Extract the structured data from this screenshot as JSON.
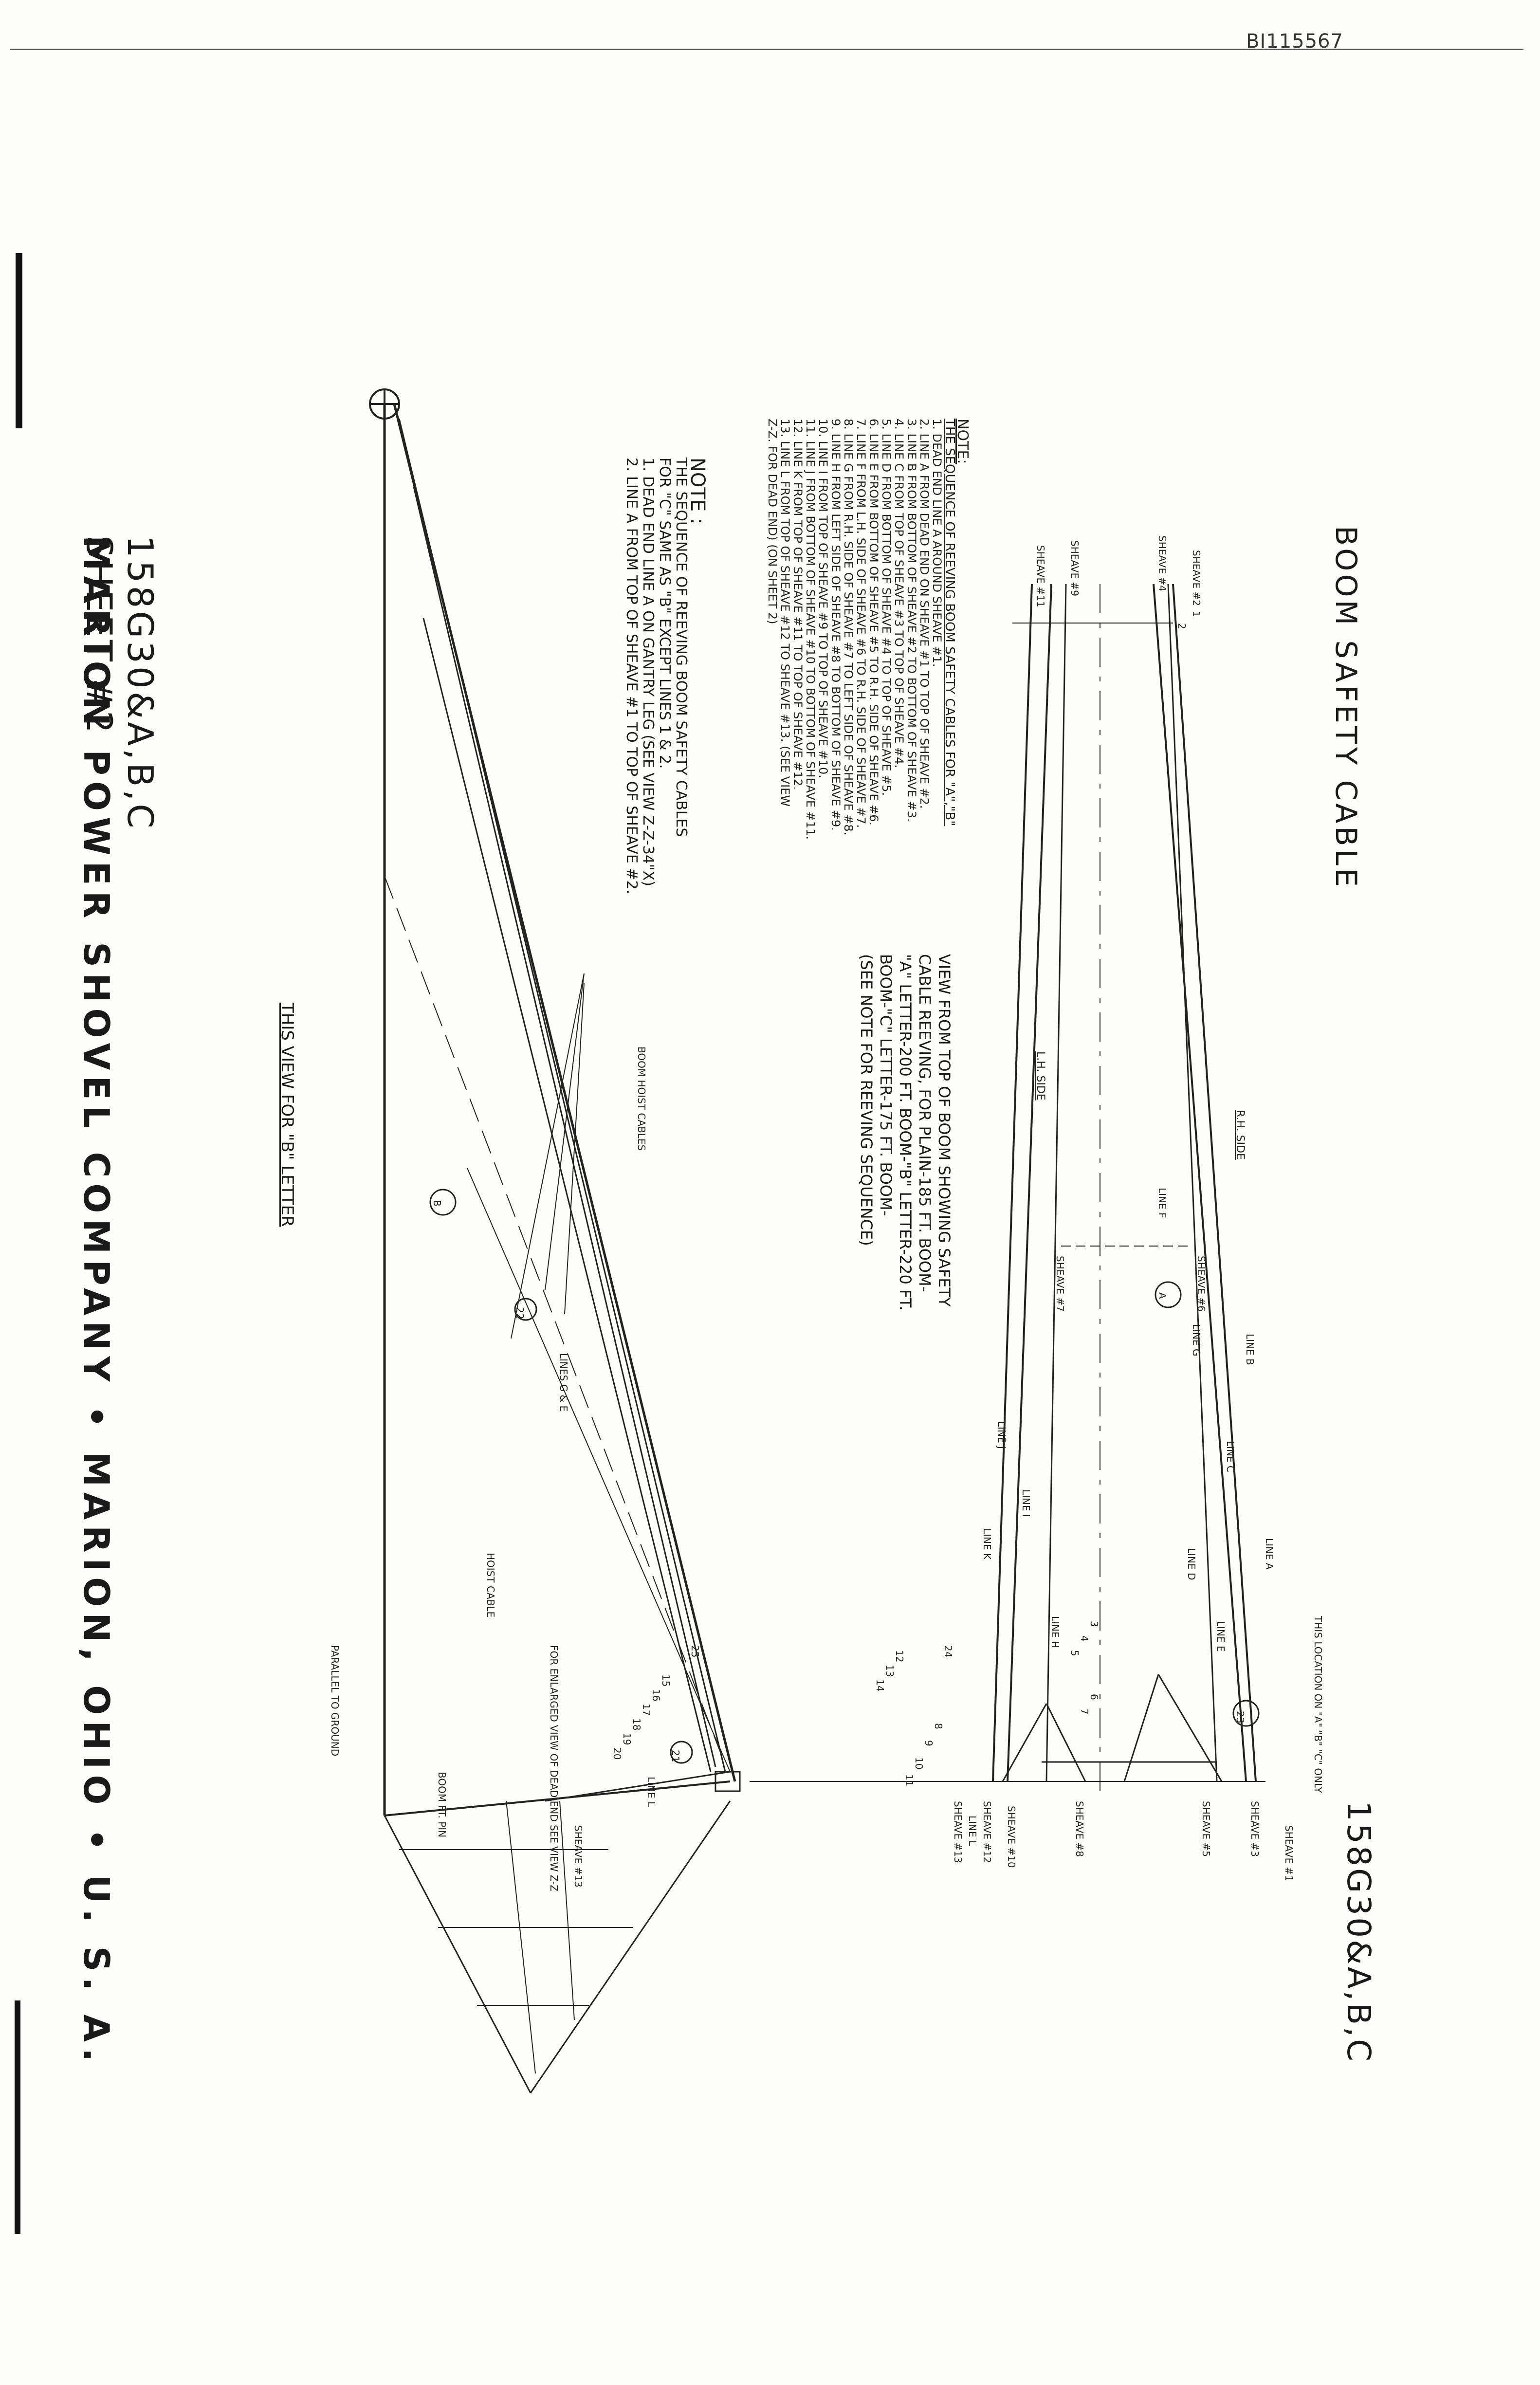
{
  "header": {
    "doc_id": "BI115567"
  },
  "titles": {
    "boom_title": "BOOM SAFETY CABLE",
    "sheet_number_right": "158G30&A,B,C"
  },
  "title_block": {
    "sheet_code": "158G30&A,B,C",
    "sheet_label": "SHEET #2",
    "company": "MARION POWER SHOVEL COMPANY  •  MARION, OHIO  •  U. S. A."
  },
  "note1": {
    "heading": "NOTE:",
    "subheading": "THE SEQUENCE OF REEVING BOOM SAFETY CABLES FOR \"A\",\"B\"",
    "lines": [
      "1. DEAD END LINE A AROUND SHEAVE #1.",
      "2. LINE A FROM DEAD END ON SHEAVE #1 TO TOP OF SHEAVE #2.",
      "3. LINE B FROM BOTTOM OF SHEAVE #2 TO BOTTOM OF SHEAVE #3.",
      "4. LINE C FROM TOP OF SHEAVE #3 TO TOP OF SHEAVE #4.",
      "5. LINE D FROM BOTTOM OF SHEAVE #4 TO TOP OF SHEAVE #5.",
      "6. LINE E FROM BOTTOM OF SHEAVE #5 TO R.H. SIDE OF SHEAVE #6.",
      "7. LINE F FROM L.H. SIDE OF SHEAVE #6 TO R.H. SIDE OF SHEAVE #7.",
      "8. LINE G FROM R.H. SIDE OF SHEAVE #7 TO LEFT SIDE OF SHEAVE #8.",
      "9. LINE H FROM LEFT SIDE OF SHEAVE #8 TO BOTTOM OF SHEAVE #9.",
      "10. LINE I FROM TOP OF SHEAVE #9 TO TOP OF SHEAVE #10.",
      "11. LINE J FROM BOTTOM OF SHEAVE #10 TO BOTTOM OF SHEAVE #11.",
      "12. LINE K FROM TOP OF SHEAVE #11 TO TOP OF SHEAVE #12.",
      "13. LINE L FROM TOP OF SHEAVE #12 TO SHEAVE #13. (SEE VIEW",
      "    Z-Z. FOR DEAD END) (ON SHEET 2)"
    ]
  },
  "note2": {
    "heading": "NOTE :",
    "lines": [
      "THE SEQUENCE OF REEVING BOOM SAFETY CABLES",
      "FOR \"C\" SAME AS \"B\" EXCEPT LINES 1 & 2.",
      "1. DEAD END LINE A ON GANTRY LEG (SEE VIEW Z-Z-34\"X)",
      "2. LINE A FROM TOP OF SHEAVE #1 TO TOP OF SHEAVE #2."
    ]
  },
  "view_caption": {
    "lines": [
      "VIEW FROM TOP OF BOOM SHOWING SAFETY",
      "CABLE REEVING, FOR PLAIN-185 FT. BOOM-",
      "\"A\" LETTER-200 FT. BOOM-\"B\" LETTER-220 FT.",
      "BOOM-\"C\" LETTER-175 FT. BOOM-",
      "(SEE NOTE FOR REEVING SEQUENCE)"
    ]
  },
  "b_letter_caption": "THIS VIEW FOR \"B\" LETTER",
  "top_view_labels": {
    "rh_side": "R.H. SIDE",
    "lh_side": "L.H. SIDE",
    "line_f": "LINE F",
    "line_b": "LINE B",
    "line_c": "LINE C",
    "line_d": "LINE D",
    "line_a": "LINE A",
    "line_e": "LINE E",
    "line_g": "LINE G",
    "line_h": "LINE H",
    "line_i": "LINE I",
    "line_j": "LINE J",
    "line_k": "LINE K",
    "line_l": "LINE L",
    "sheave_1": "SHEAVE #1",
    "sheave_2": "SHEAVE #2",
    "sheave_3": "SHEAVE #3",
    "sheave_4": "SHEAVE #4",
    "sheave_5": "SHEAVE #5",
    "sheave_6": "SHEAVE #6",
    "sheave_7": "SHEAVE #7",
    "sheave_8": "SHEAVE #8",
    "sheave_9": "SHEAVE #9",
    "sheave_10": "SHEAVE #10",
    "sheave_11": "SHEAVE #11",
    "sheave_12": "SHEAVE #12",
    "sheave_13": "SHEAVE #13",
    "location_note": "THIS LOCATION ON \"A\" \"B\" \"C\" ONLY"
  },
  "side_view_labels": {
    "boom_hoist_cables": "BOOM HOIST CABLES",
    "lines_g_e": "LINES G & E",
    "hoist_cable": "HOIST CABLE",
    "enlarged_view": "FOR ENLARGED VIEW OF DEAD END SEE VIEW Z-Z",
    "line_l": "LINE L",
    "sheave_13": "SHEAVE #13",
    "boom_ft_pin": "BOOM FT. PIN",
    "parallel_to_ground": "PARALLEL TO GROUND"
  },
  "callouts": {
    "c_a": "A",
    "c_b": "B",
    "c_1": "1",
    "c_2": "2",
    "c_3": "3",
    "c_4": "4",
    "c_5": "5",
    "c_6": "6",
    "c_7": "7",
    "c_8": "8",
    "c_9": "9",
    "c_10": "10",
    "c_11": "11",
    "c_12": "12",
    "c_13": "13",
    "c_14": "14",
    "c_15": "15",
    "c_16": "16",
    "c_17": "17",
    "c_18": "18",
    "c_19": "19",
    "c_20": "20",
    "c_21": "21",
    "c_22": "22",
    "c_23": "23",
    "c_24": "24",
    "c_25": "25"
  }
}
